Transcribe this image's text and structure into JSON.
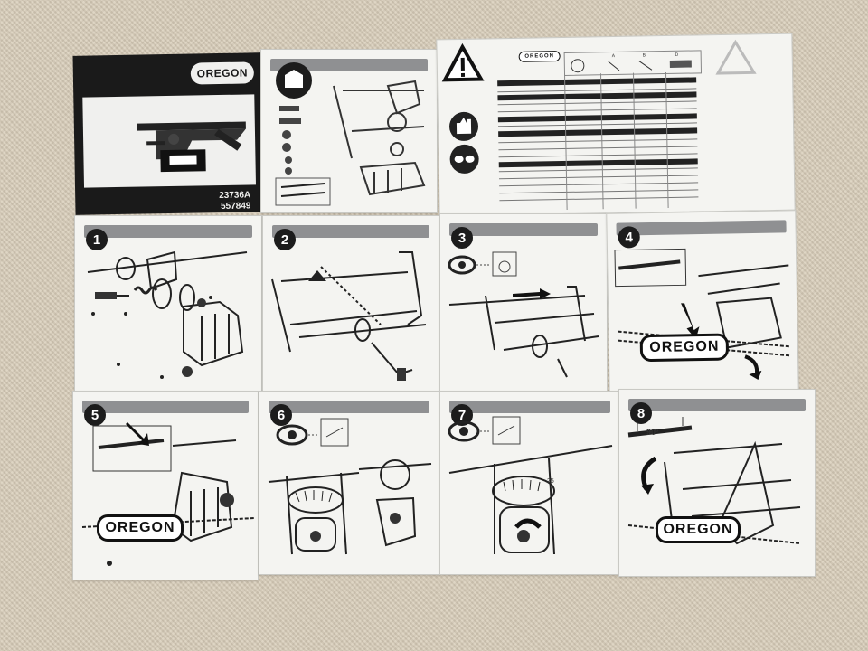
{
  "cover": {
    "brand": "OREGON",
    "code_1": "23736A",
    "code_2": "557849"
  },
  "steps": [
    {
      "number": "1"
    },
    {
      "number": "2"
    },
    {
      "number": "3"
    },
    {
      "number": "4"
    },
    {
      "number": "5"
    },
    {
      "number": "6"
    },
    {
      "number": "7"
    },
    {
      "number": "8"
    }
  ],
  "step_labels": {
    "angle_90": "90°",
    "scale_25": "25"
  },
  "panel_brand": "OREGON",
  "columns_small": [
    "A",
    "B",
    "D"
  ],
  "icon_names": [
    "warning-triangle-icon",
    "gloves-icon",
    "goggles-icon",
    "eye-icon",
    "box-icon",
    "rotate-arrow-icon"
  ]
}
